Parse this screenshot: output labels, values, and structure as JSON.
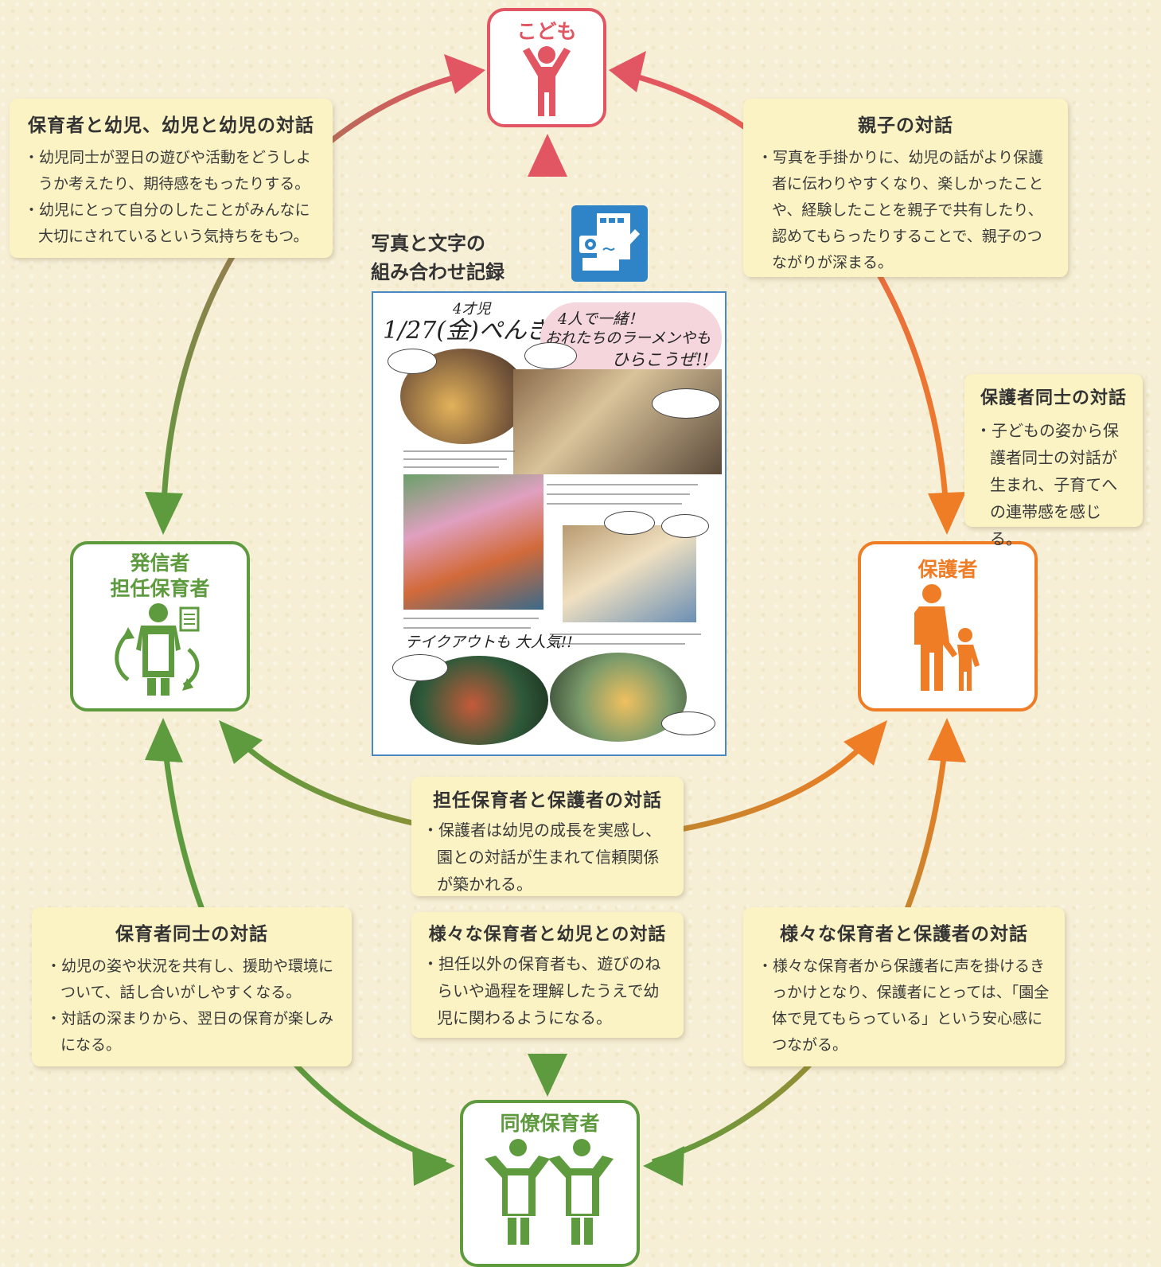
{
  "nodes": {
    "child": {
      "label": "こども",
      "color": "#e25563"
    },
    "teacher": {
      "line1": "発信者",
      "line2": "担任保育者",
      "color": "#5e9a3e"
    },
    "parent": {
      "label": "保護者",
      "color": "#ee7d26"
    },
    "colleague": {
      "label": "同僚保育者",
      "color": "#5e9a3e"
    }
  },
  "record": {
    "title_line1": "写真と文字の",
    "title_line2": "組み合わせ記録",
    "icon": "camera-writing-icon"
  },
  "photo_page": {
    "date": "1/27(金)ぺんぎん組",
    "age": "4才児",
    "headline_1": "4人で一緒！",
    "headline_2": "おれたちのラーメンやも",
    "headline_3": "ひらこうぜ!!",
    "takeout": "テイクアウトも 大人気!!"
  },
  "boxes": {
    "top_left": {
      "title": "保育者と幼児、幼児と幼児の対話",
      "items": [
        "幼児同士が翌日の遊びや活動をどうしようか考えたり、期待感をもったりする。",
        "幼児にとって自分のしたことがみんなに大切にされているという気持ちをもつ。"
      ]
    },
    "top_right": {
      "title": "親子の対話",
      "items": [
        "写真を手掛かりに、幼児の話がより保護者に伝わりやすくなり、楽しかったことや、経験したことを親子で共有したり、認めてもらったりすることで、親子のつながりが深まる。"
      ]
    },
    "right": {
      "title": "保護者同士の対話",
      "items": [
        "子どもの姿から保護者同士の対話が生まれ、子育てへの連帯感を感じる。"
      ]
    },
    "center": {
      "title": "担任保育者と保護者の対話",
      "items": [
        "保護者は幼児の成長を実感し、園との対話が生まれて信頼関係が築かれる。"
      ]
    },
    "bottom_left": {
      "title": "保育者同士の対話",
      "items": [
        "幼児の姿や状況を共有し、援助や環境について、話し合いがしやすくなる。",
        "対話の深まりから、翌日の保育が楽しみになる。"
      ]
    },
    "bottom_center": {
      "title": "様々な保育者と幼児との対話",
      "items": [
        "担任以外の保育者も、遊びのねらいや過程を理解したうえで幼児に関わるようになる。"
      ]
    },
    "bottom_right": {
      "title": "様々な保育者と保護者の対話",
      "items": [
        "様々な保育者から保護者に声を掛けるきっかけとなり、保護者にとっては、「園全体で見てもらっている」という安心感につながる。"
      ]
    }
  },
  "colors": {
    "red": "#e25563",
    "green": "#5e9a3e",
    "orange": "#ee7d26",
    "blue": "#2f84c8"
  }
}
